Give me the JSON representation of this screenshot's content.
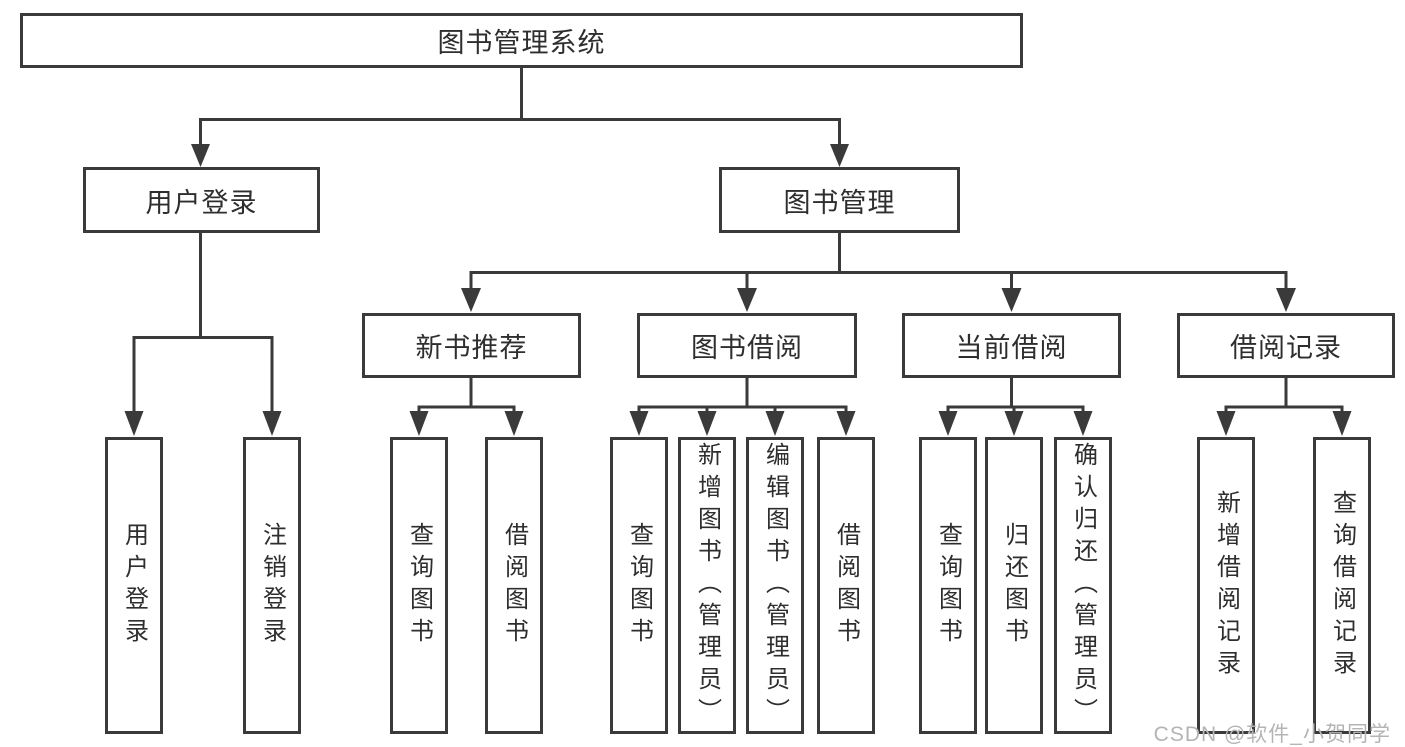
{
  "tree": {
    "root": {
      "label": "图书管理系统"
    },
    "branches": [
      {
        "label": "用户登录",
        "leaves": [
          {
            "label": "用户登录"
          },
          {
            "label": "注销登录"
          }
        ]
      },
      {
        "label": "图书管理",
        "groups": [
          {
            "label": "新书推荐",
            "leaves": [
              {
                "label": "查询图书"
              },
              {
                "label": "借阅图书"
              }
            ]
          },
          {
            "label": "图书借阅",
            "leaves": [
              {
                "label": "查询图书"
              },
              {
                "label": "新增图书（管理员）"
              },
              {
                "label": "编辑图书（管理员）"
              },
              {
                "label": "借阅图书"
              }
            ]
          },
          {
            "label": "当前借阅",
            "leaves": [
              {
                "label": "查询图书"
              },
              {
                "label": "归还图书"
              },
              {
                "label": "确认归还（管理员）"
              }
            ]
          },
          {
            "label": "借阅记录",
            "leaves": [
              {
                "label": "新增借阅记录"
              },
              {
                "label": "查询借阅记录"
              }
            ]
          }
        ]
      }
    ]
  },
  "watermark": {
    "text": "CSDN @软件_小贺同学"
  },
  "colors": {
    "line": "#3a3a3a",
    "text": "#2e2e2e",
    "watermark": "#b4b4b4",
    "background": "#ffffff"
  }
}
